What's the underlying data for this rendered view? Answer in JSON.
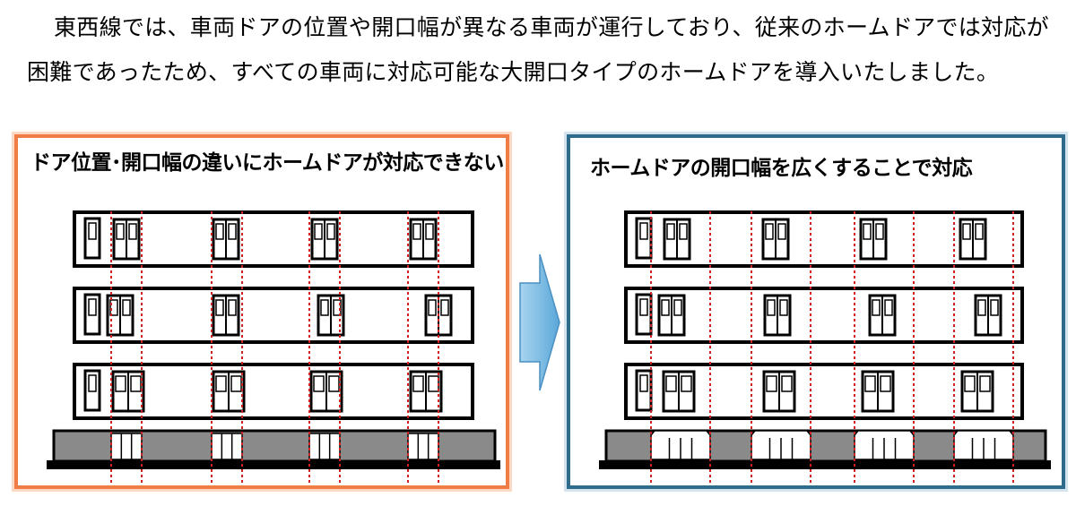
{
  "intro_text": "東西線では、車両ドアの位置や開口幅が異なる車両が運行しており、従来のホームドアでは対応が困難であったため、すべての車両に対応可能な大開口タイプのホームドアを導入いたしました。",
  "left_panel": {
    "title": "ドア位置･開口幅の違いにホームドアが対応できない",
    "border_color": "#ef7d45"
  },
  "right_panel": {
    "title": "ホームドアの開口幅を広くすることで対応",
    "border_color": "#2f6c8c"
  },
  "colors": {
    "dashed_line": "#d21f1f",
    "platform_door": "#8a8a8a",
    "arrow_fill": "#7fbfe6",
    "train_outline": "#000000"
  },
  "icons": [
    "train-car",
    "train-door",
    "platform-door",
    "right-arrow"
  ]
}
